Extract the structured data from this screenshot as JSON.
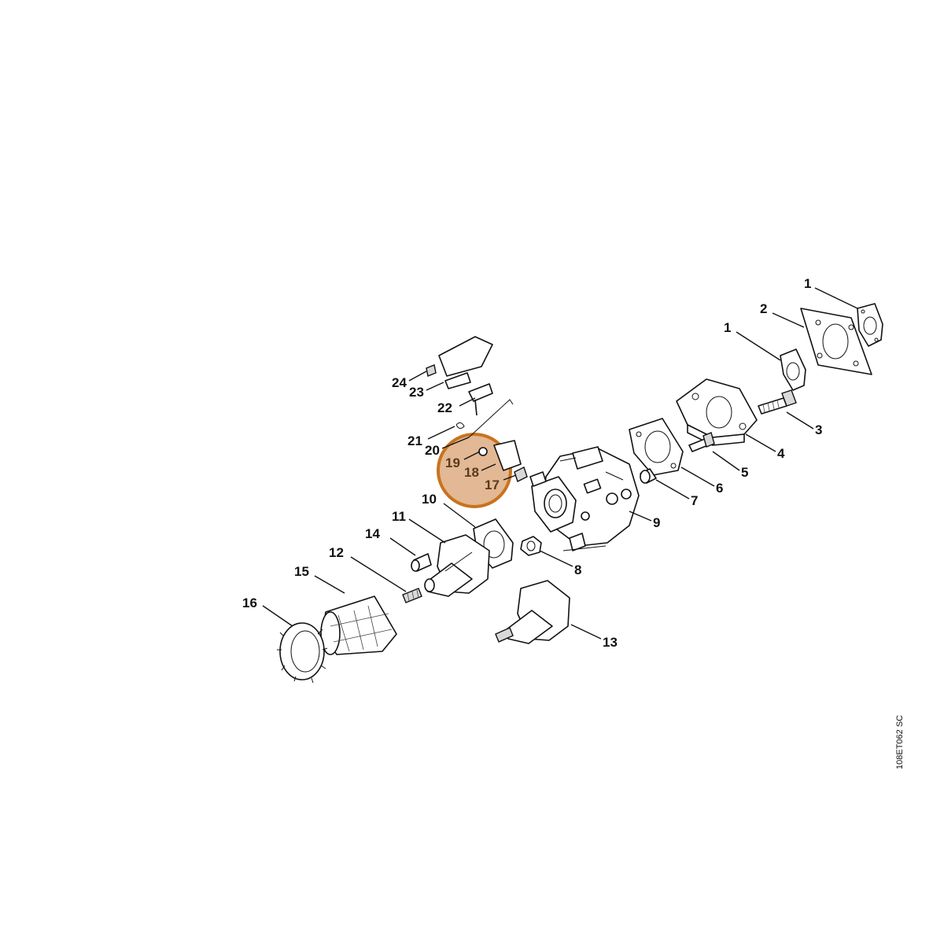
{
  "diagram": {
    "drawing_code": "108ET062 SC",
    "highlight_color": "#d9a070",
    "highlight_stroke": "#c8731e",
    "labels": {
      "p1a": "1",
      "p1b": "1",
      "p2": "2",
      "p3": "3",
      "p4": "4",
      "p5": "5",
      "p6": "6",
      "p7": "7",
      "p8": "8",
      "p9": "9",
      "p10": "10",
      "p11": "11",
      "p12": "12",
      "p13": "13",
      "p14": "14",
      "p15": "15",
      "p16": "16",
      "p17": "17",
      "p18": "18",
      "p19": "19",
      "p20": "20",
      "p21": "21",
      "p22": "22",
      "p23": "23",
      "p24": "24"
    }
  }
}
